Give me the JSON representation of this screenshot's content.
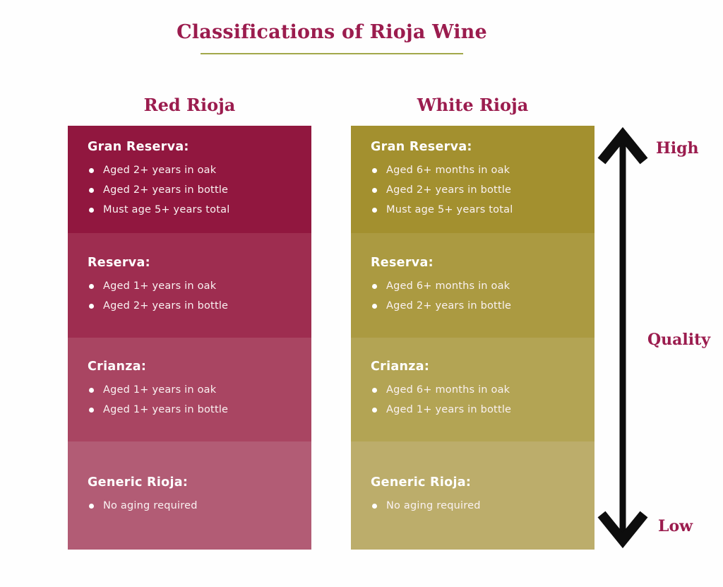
{
  "title": "Classifications of Rioja Wine",
  "colors": {
    "background": "#FEFEFE",
    "title_text": "#9B1C4E",
    "title_underline": "#A2A84A",
    "tier_text": "#FFFFFF",
    "arrow": "#0D0D0D"
  },
  "columns": [
    {
      "id": "red",
      "header": "Red Rioja",
      "tiers": [
        {
          "name": "Gran Reserva:",
          "color": "#91173F",
          "bullets": [
            "Aged 2+ years in oak",
            "Aged 2+ years in bottle",
            "Must age 5+ years total"
          ]
        },
        {
          "name": "Reserva:",
          "color": "#9E2D50",
          "bullets": [
            "Aged 1+ years in oak",
            "Aged 2+ years in bottle"
          ]
        },
        {
          "name": "Crianza:",
          "color": "#A94562",
          "bullets": [
            "Aged 1+ years in oak",
            "Aged 1+ years in bottle"
          ]
        },
        {
          "name": "Generic Rioja:",
          "color": "#B25C75",
          "bullets": [
            "No aging required"
          ]
        }
      ]
    },
    {
      "id": "white",
      "header": "White Rioja",
      "tiers": [
        {
          "name": "Gran Reserva:",
          "color": "#A3902F",
          "bullets": [
            "Aged 6+ months in oak",
            "Aged 2+ years in bottle",
            "Must age 5+ years total"
          ]
        },
        {
          "name": "Reserva:",
          "color": "#AB9A41",
          "bullets": [
            "Aged 6+ months in oak",
            "Aged 2+ years in bottle"
          ]
        },
        {
          "name": "Crianza:",
          "color": "#B3A454",
          "bullets": [
            "Aged 6+ months in oak",
            "Aged 1+ years in bottle"
          ]
        },
        {
          "name": "Generic Rioja:",
          "color": "#BCAD6B",
          "bullets": [
            "No aging required"
          ]
        }
      ]
    }
  ],
  "quality_axis": {
    "top_label": "High",
    "middle_label": "Quality",
    "bottom_label": "Low"
  }
}
